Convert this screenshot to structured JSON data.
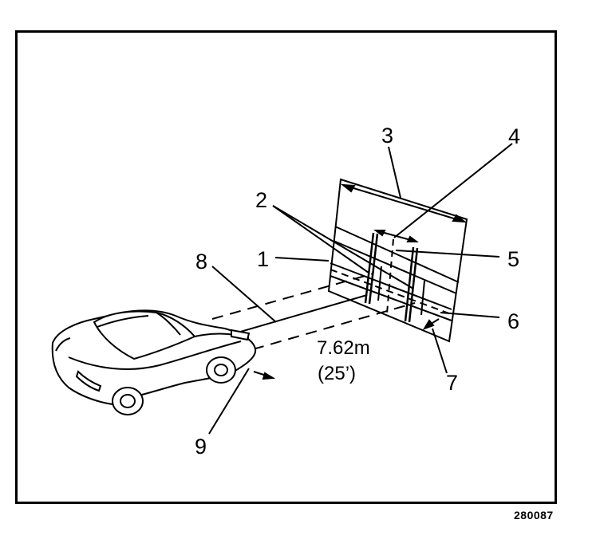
{
  "figure": {
    "id": "280087",
    "callouts": {
      "c1": "1",
      "c2": "2",
      "c3": "3",
      "c4": "4",
      "c5": "5",
      "c6": "6",
      "c7": "7",
      "c8": "8",
      "c9": "9"
    },
    "distance_metric": "7.62m",
    "distance_imperial": "(25’)"
  }
}
